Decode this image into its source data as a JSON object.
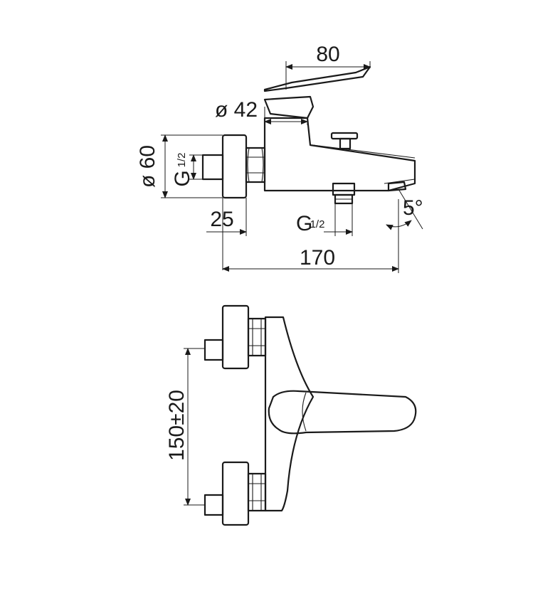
{
  "side_view": {
    "dim_spout_length": "80",
    "dim_body_diameter": "ø 42",
    "dim_flange_diameter": "ø 60",
    "dim_inlet_thread_g": "G",
    "dim_inlet_thread_frac": "1/2",
    "dim_outlet_thread_g": "G",
    "dim_outlet_thread_frac": "1/2",
    "dim_flange_depth": "25",
    "dim_total_depth": "170",
    "dim_spout_angle": "5°"
  },
  "front_view": {
    "dim_center_distance": "150±20"
  }
}
